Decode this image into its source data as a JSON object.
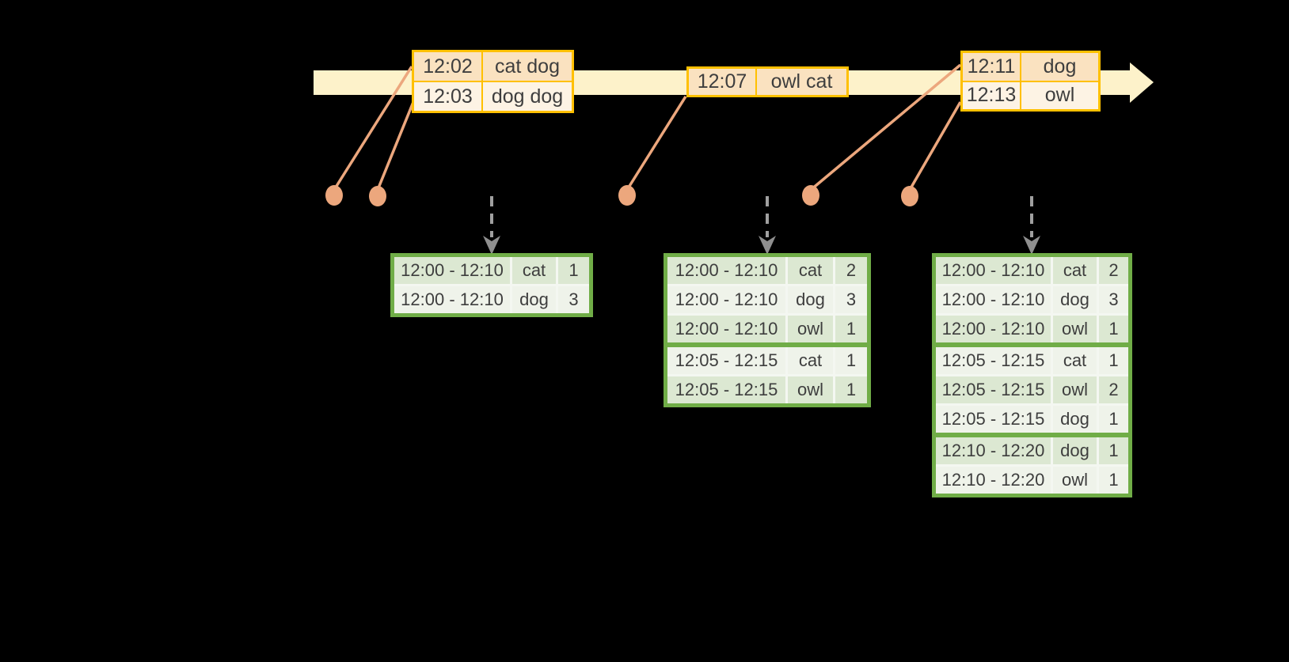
{
  "colors": {
    "background": "#000000",
    "timeline_band": "#FDF2CA",
    "event_table_border": "#FFC000",
    "event_row_dark": "#FAE2C0",
    "event_row_light": "#FDF3E4",
    "connector": "#ECA77D",
    "trigger_arrow": "#A0A0A0",
    "trigger_arrowhead": "#8F8F8F",
    "result_table_border": "#70AD47",
    "result_row_dark": "#DCE8D2",
    "result_row_light": "#EFF3EA",
    "text": "#3E3E3E"
  },
  "timeline": {
    "event_tables": [
      {
        "rows": [
          {
            "time": "12:02",
            "words": "cat dog"
          },
          {
            "time": "12:03",
            "words": "dog dog"
          }
        ]
      },
      {
        "rows": [
          {
            "time": "12:07",
            "words": "owl cat"
          }
        ]
      },
      {
        "rows": [
          {
            "time": "12:11",
            "words": "dog"
          },
          {
            "time": "12:13",
            "words": "owl"
          }
        ]
      }
    ]
  },
  "result_tables": [
    {
      "rows": [
        {
          "window": "12:00 - 12:10",
          "word": "cat",
          "count": "1"
        },
        {
          "window": "12:00 - 12:10",
          "word": "dog",
          "count": "3"
        }
      ]
    },
    {
      "rows": [
        {
          "window": "12:00 - 12:10",
          "word": "cat",
          "count": "2"
        },
        {
          "window": "12:00 - 12:10",
          "word": "dog",
          "count": "3"
        },
        {
          "window": "12:00 - 12:10",
          "word": "owl",
          "count": "1"
        },
        {
          "window": "12:05 - 12:15",
          "word": "cat",
          "count": "1"
        },
        {
          "window": "12:05 - 12:15",
          "word": "owl",
          "count": "1"
        }
      ]
    },
    {
      "rows": [
        {
          "window": "12:00 - 12:10",
          "word": "cat",
          "count": "2"
        },
        {
          "window": "12:00 - 12:10",
          "word": "dog",
          "count": "3"
        },
        {
          "window": "12:00 - 12:10",
          "word": "owl",
          "count": "1"
        },
        {
          "window": "12:05 - 12:15",
          "word": "cat",
          "count": "1"
        },
        {
          "window": "12:05 - 12:15",
          "word": "owl",
          "count": "2"
        },
        {
          "window": "12:05 - 12:15",
          "word": "dog",
          "count": "1"
        },
        {
          "window": "12:10 - 12:20",
          "word": "dog",
          "count": "1"
        },
        {
          "window": "12:10 - 12:20",
          "word": "owl",
          "count": "1"
        }
      ]
    }
  ]
}
